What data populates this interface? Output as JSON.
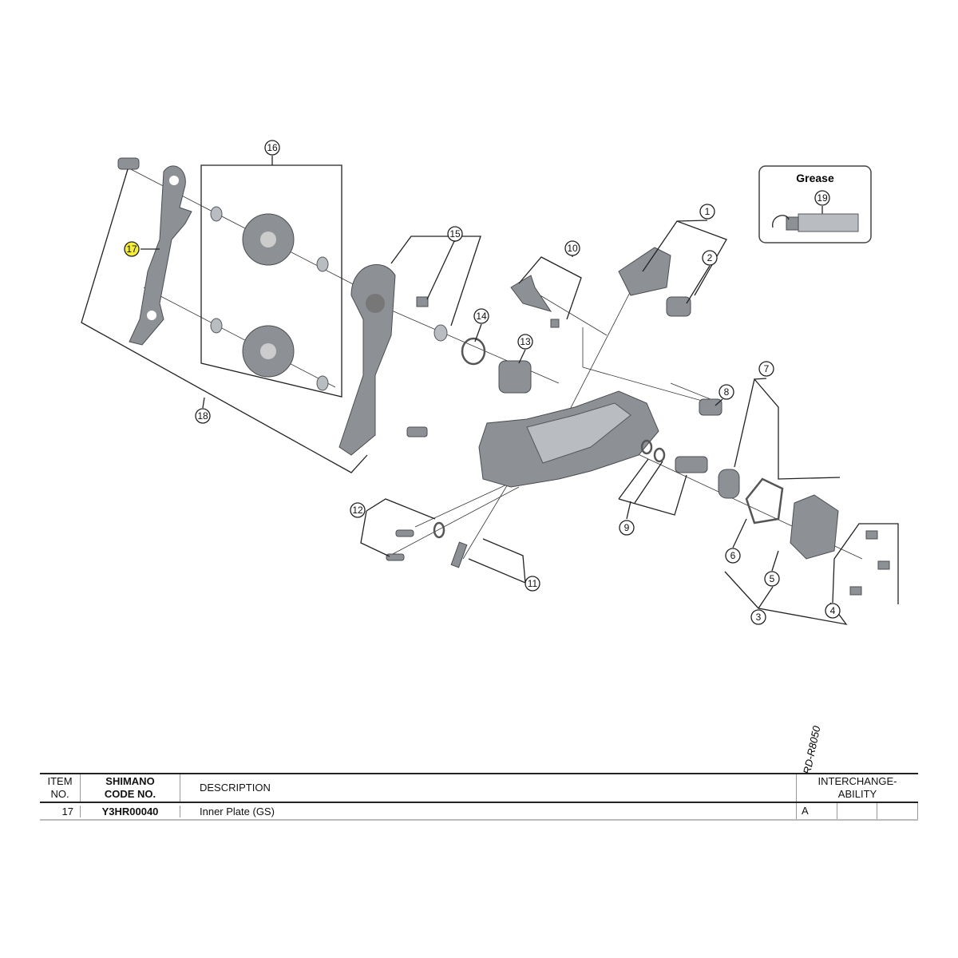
{
  "diagram": {
    "callouts": {
      "c1": "1",
      "c2": "2",
      "c3": "3",
      "c4": "4",
      "c5": "5",
      "c6": "6",
      "c7": "7",
      "c8": "8",
      "c9": "9",
      "c10": "10",
      "c11": "11",
      "c12": "12",
      "c13": "13",
      "c14": "14",
      "c15": "15",
      "c16": "16",
      "c17": "17",
      "c18": "18",
      "c19": "19"
    },
    "highlighted_item": "17",
    "grease_label": "Grease",
    "highlight_color": "#f5ee3a"
  },
  "table": {
    "model": "RD-R8050",
    "headers": {
      "item_no": [
        "ITEM",
        "NO."
      ],
      "code_no": [
        "SHIMANO",
        "CODE NO."
      ],
      "description": "DESCRIPTION",
      "interchangeability": [
        "INTERCHANGE-",
        "ABILITY"
      ]
    },
    "rows": [
      {
        "item": "17",
        "code": "Y3HR00040",
        "description": "Inner Plate (GS)",
        "interchange": "A"
      }
    ]
  }
}
